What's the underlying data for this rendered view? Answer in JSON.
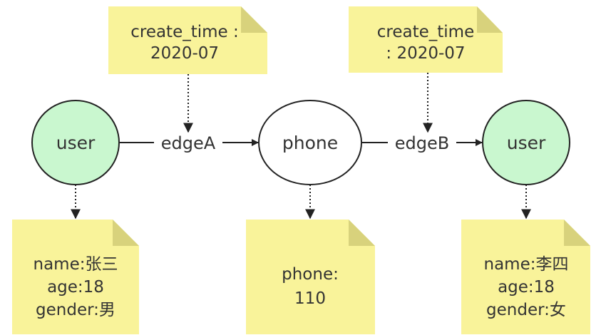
{
  "colors": {
    "note_fill": "#f9f39a",
    "note_fold": "#d8d27c",
    "user_fill": "#c9f7cf",
    "phone_fill": "#ffffff",
    "stroke": "#222222"
  },
  "nodes": {
    "user_a": {
      "label": "user"
    },
    "phone": {
      "label": "phone"
    },
    "user_b": {
      "label": "user"
    }
  },
  "edges": {
    "edge_a": {
      "label": "edgeA"
    },
    "edge_b": {
      "label": "edgeB"
    }
  },
  "notes": {
    "edge_a_note": {
      "lines": [
        "create_time :",
        "2020-07"
      ]
    },
    "edge_b_note": {
      "lines": [
        "create_time",
        ": 2020-07"
      ]
    },
    "user_a_note": {
      "lines": [
        "name:张三",
        "age:18",
        "gender:男"
      ]
    },
    "phone_note": {
      "lines": [
        "phone:",
        "110"
      ]
    },
    "user_b_note": {
      "lines": [
        "name:李四",
        "age:18",
        "gender:女"
      ]
    }
  }
}
